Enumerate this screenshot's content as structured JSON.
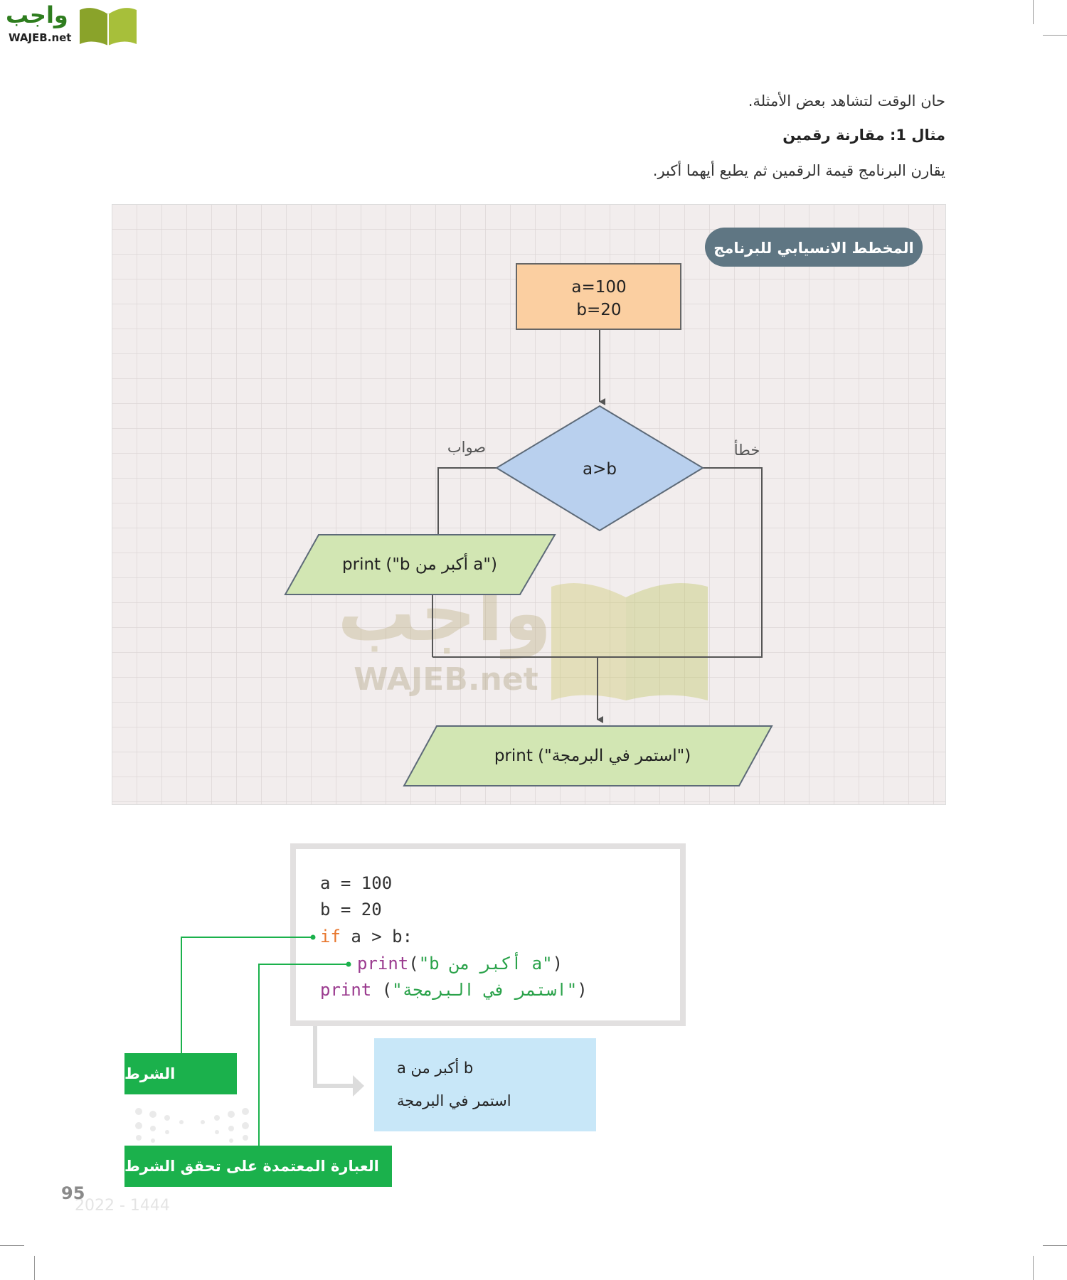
{
  "logo": {
    "arabic": "واجب",
    "latin": "WAJEB.net",
    "colors": {
      "green": "#2e7d1e",
      "book": "#8aa32a"
    }
  },
  "intro": {
    "line1": "حان الوقت لتشاهد بعض الأمثلة.",
    "example_title": "مثال 1: مقارنة رقمين",
    "description": "يقارن البرنامج قيمة الرقمين ثم يطبع أيهما أكبر."
  },
  "flowchart": {
    "title": "المخطط الانسيابي للبرنامج",
    "init_line1": "a=100",
    "init_line2": "b=20",
    "condition": "a>b",
    "true_label": "صواب",
    "false_label": "خطأ",
    "true_output": "print (\"b أكبر من a\")",
    "final_output": "print (\"استمر في البرمجة\")",
    "colors": {
      "init": "#fbcfa1",
      "decision": "#b9d0ee",
      "io": "#d2e6b3",
      "title_bg": "#5f7683",
      "grid": "#f2eded"
    }
  },
  "code": {
    "line1": "a = 100",
    "line2": "b = 20",
    "line3_kw": "if",
    "line3_rest": " a > b:",
    "line4_kw": "print",
    "line4_open": "(",
    "line4_str": "\"b أكبر من a\"",
    "line4_close": ")",
    "line5_kw": "print",
    "line5_open": " (",
    "line5_str": "\"استمر في البرمجة\"",
    "line5_close": ")"
  },
  "output": {
    "line1": "a أكبر من b",
    "line2": "استمر في البرمجة"
  },
  "annotations": {
    "condition": "الشرط",
    "dependent_statement": "العبارة المعتمدة على تحقق الشرط",
    "color": "#1bb14c"
  },
  "footer": {
    "page_number": "95",
    "watermark_year": "2022 - 1444"
  }
}
